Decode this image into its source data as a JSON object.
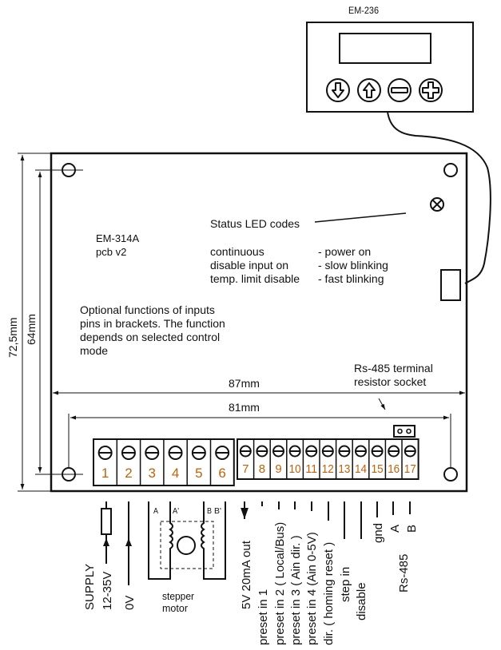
{
  "display_module": {
    "title": "EM-236",
    "buttons": [
      {
        "name": "down",
        "icon": "arrow-down-icon"
      },
      {
        "name": "up",
        "icon": "arrow-up-icon"
      },
      {
        "name": "minus",
        "icon": "minus-icon"
      },
      {
        "name": "plus",
        "icon": "plus-icon"
      }
    ]
  },
  "board": {
    "model": "EM-314A",
    "revision": "pcb v2",
    "led_title": "Status LED codes",
    "led_codes": [
      {
        "condition": "continuous",
        "meaning": "- power on"
      },
      {
        "condition": "disable input on",
        "meaning": "- slow blinking"
      },
      {
        "condition": "temp. limit disable",
        "meaning": "- fast blinking"
      }
    ],
    "note_lines": [
      "Optional functions of inputs",
      "pins in brackets. The function",
      "depends on selected control",
      "mode"
    ],
    "rs485_socket_lines": [
      "Rs-485 terminal",
      "resistor socket"
    ]
  },
  "dimensions": {
    "height_outer": "72,5mm",
    "height_inner": "64mm",
    "width_outer": "87mm",
    "width_inner": "81mm"
  },
  "terminals": {
    "number_color": "#c0620a",
    "power": [
      "1",
      "2",
      "3",
      "4",
      "5",
      "6"
    ],
    "signal": [
      "7",
      "8",
      "9",
      "10",
      "11",
      "12",
      "13",
      "14",
      "15",
      "16",
      "17"
    ]
  },
  "wiring": {
    "supply": "SUPPLY",
    "supply_voltage": "12-35V",
    "ground": "0V",
    "motor_label_1": "stepper",
    "motor_label_2": "motor",
    "coil_a": "A",
    "coil_a2": "A'",
    "coil_b": "B",
    "coil_b2": "B'",
    "signals": [
      "5V 20mA out",
      "preset in 1",
      "preset in 2  ( Local/Bus)",
      "preset in 3  ( Ain dir. )",
      "preset in 4  (Ain 0-5V)",
      "dir.  ( homing reset )",
      "step in",
      "disable",
      "gnd",
      "A",
      "B"
    ],
    "rs485": "Rs-485"
  }
}
